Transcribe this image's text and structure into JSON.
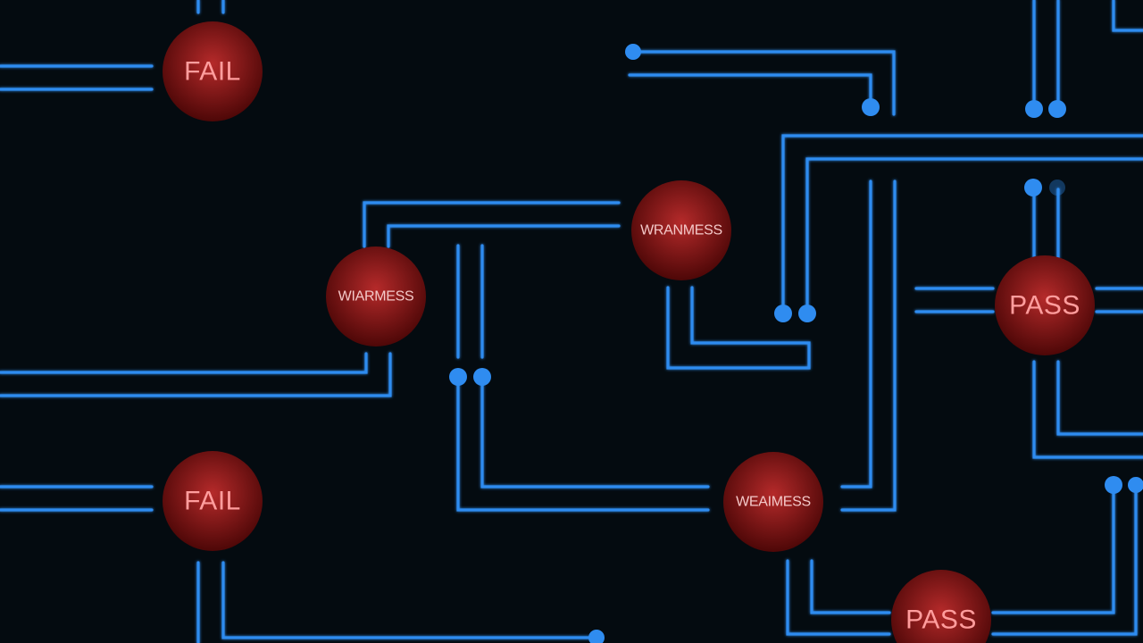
{
  "colors": {
    "background": "#040b10",
    "trace": "#2f8cf0",
    "node_light": "#b52a2a",
    "node_dark": "#4a0606",
    "label_big": "#ff9d9d",
    "label_small": "#f4c9c9"
  },
  "nodes": [
    {
      "id": "fail-top-left",
      "label": "FAIL"
    },
    {
      "id": "weakness-left",
      "label": "WIARMESS"
    },
    {
      "id": "weakness-top",
      "label": "WRANMESS"
    },
    {
      "id": "pass-right",
      "label": "PASS"
    },
    {
      "id": "fail-bottom-left",
      "label": "FAIL"
    },
    {
      "id": "weakness-bottom",
      "label": "WEAIMESS"
    },
    {
      "id": "pass-bottom",
      "label": "PASS"
    }
  ]
}
